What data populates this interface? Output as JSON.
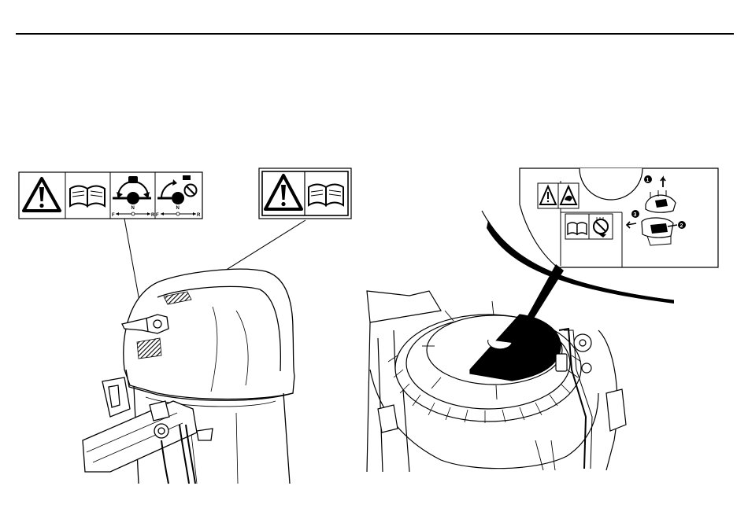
{
  "figure_left": {
    "label_strip": {
      "icons": [
        "warning-triangle-icon",
        "manual-book-icon",
        "tiller-handle-rotation-icon",
        "tiller-lock-icon"
      ],
      "shift_labels": {
        "forward": "F",
        "neutral": "N",
        "reverse": "R"
      }
    },
    "small_label": {
      "icons": [
        "warning-triangle-icon",
        "manual-book-icon"
      ]
    }
  },
  "figure_right": {
    "callout_label": {
      "icons": [
        "warning-triangle-icon",
        "hand-entanglement-warning-icon",
        "manual-book-icon",
        "stop-rotation-icon",
        "cover-removal-steps-icon"
      ],
      "step_numbers": [
        "1",
        "2",
        "3"
      ]
    }
  },
  "colors": {
    "ink": "#000000",
    "paper": "#ffffff"
  }
}
